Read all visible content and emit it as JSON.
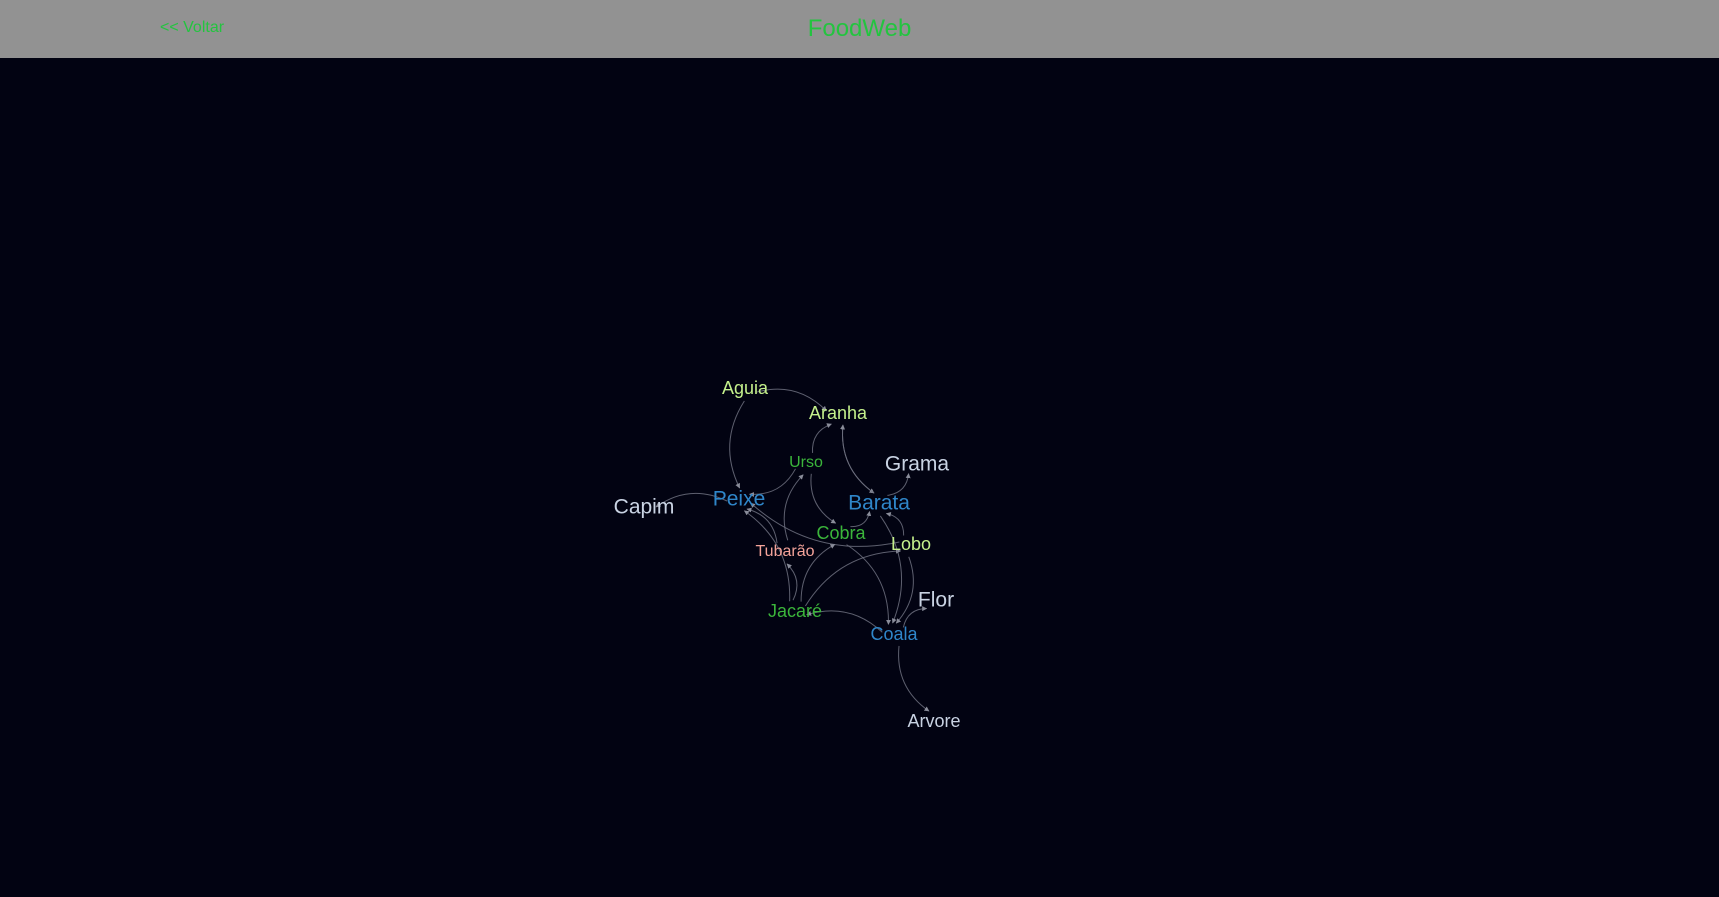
{
  "header": {
    "back_label": "<< Voltar",
    "title": "FoodWeb"
  },
  "colors": {
    "header_bg": "#929292",
    "accent_green": "#23c43f",
    "canvas_bg": "#020312",
    "edge": "#6e7180",
    "producer": "#c9d3e3",
    "herbivore": "#2f86c9",
    "omnivore_green": "#3bb53b",
    "predator_lime": "#c4f08c",
    "apex_pink": "#f4a39a"
  },
  "graph": {
    "nodes": [
      {
        "id": "aguia",
        "label": "Aguia",
        "role": "predator_lime",
        "size": "medium"
      },
      {
        "id": "aranha",
        "label": "Aranha",
        "role": "predator_lime",
        "size": "medium"
      },
      {
        "id": "urso",
        "label": "Urso",
        "role": "omnivore_green",
        "size": "small"
      },
      {
        "id": "grama",
        "label": "Grama",
        "role": "producer",
        "size": "large"
      },
      {
        "id": "capim",
        "label": "Capim",
        "role": "producer",
        "size": "large"
      },
      {
        "id": "peixe",
        "label": "Peixe",
        "role": "herbivore",
        "size": "large"
      },
      {
        "id": "barata",
        "label": "Barata",
        "role": "herbivore",
        "size": "large"
      },
      {
        "id": "cobra",
        "label": "Cobra",
        "role": "omnivore_green",
        "size": "medium"
      },
      {
        "id": "lobo",
        "label": "Lobo",
        "role": "predator_lime",
        "size": "medium"
      },
      {
        "id": "tubarao",
        "label": "Tubarão",
        "role": "apex_pink",
        "size": "small"
      },
      {
        "id": "flor",
        "label": "Flor",
        "role": "producer",
        "size": "large"
      },
      {
        "id": "jacare",
        "label": "Jacaré",
        "role": "omnivore_green",
        "size": "medium"
      },
      {
        "id": "coala",
        "label": "Coala",
        "role": "herbivore",
        "size": "medium"
      },
      {
        "id": "arvore",
        "label": "Arvore",
        "role": "producer",
        "size": "medium"
      }
    ],
    "edges": [
      {
        "from": "aguia",
        "to": "peixe"
      },
      {
        "from": "aguia",
        "to": "aranha"
      },
      {
        "from": "aranha",
        "to": "barata"
      },
      {
        "from": "barata",
        "to": "aranha"
      },
      {
        "from": "barata",
        "to": "grama"
      },
      {
        "from": "urso",
        "to": "peixe"
      },
      {
        "from": "urso",
        "to": "cobra"
      },
      {
        "from": "urso",
        "to": "aranha"
      },
      {
        "from": "peixe",
        "to": "capim"
      },
      {
        "from": "lobo",
        "to": "peixe"
      },
      {
        "from": "lobo",
        "to": "barata"
      },
      {
        "from": "lobo",
        "to": "coala"
      },
      {
        "from": "cobra",
        "to": "barata"
      },
      {
        "from": "cobra",
        "to": "coala"
      },
      {
        "from": "tubarao",
        "to": "peixe"
      },
      {
        "from": "tubarao",
        "to": "urso"
      },
      {
        "from": "jacare",
        "to": "peixe"
      },
      {
        "from": "jacare",
        "to": "cobra"
      },
      {
        "from": "jacare",
        "to": "tubarao"
      },
      {
        "from": "jacare",
        "to": "lobo"
      },
      {
        "from": "coala",
        "to": "arvore"
      },
      {
        "from": "coala",
        "to": "flor"
      },
      {
        "from": "coala",
        "to": "jacare"
      },
      {
        "from": "barata",
        "to": "coala"
      }
    ]
  }
}
